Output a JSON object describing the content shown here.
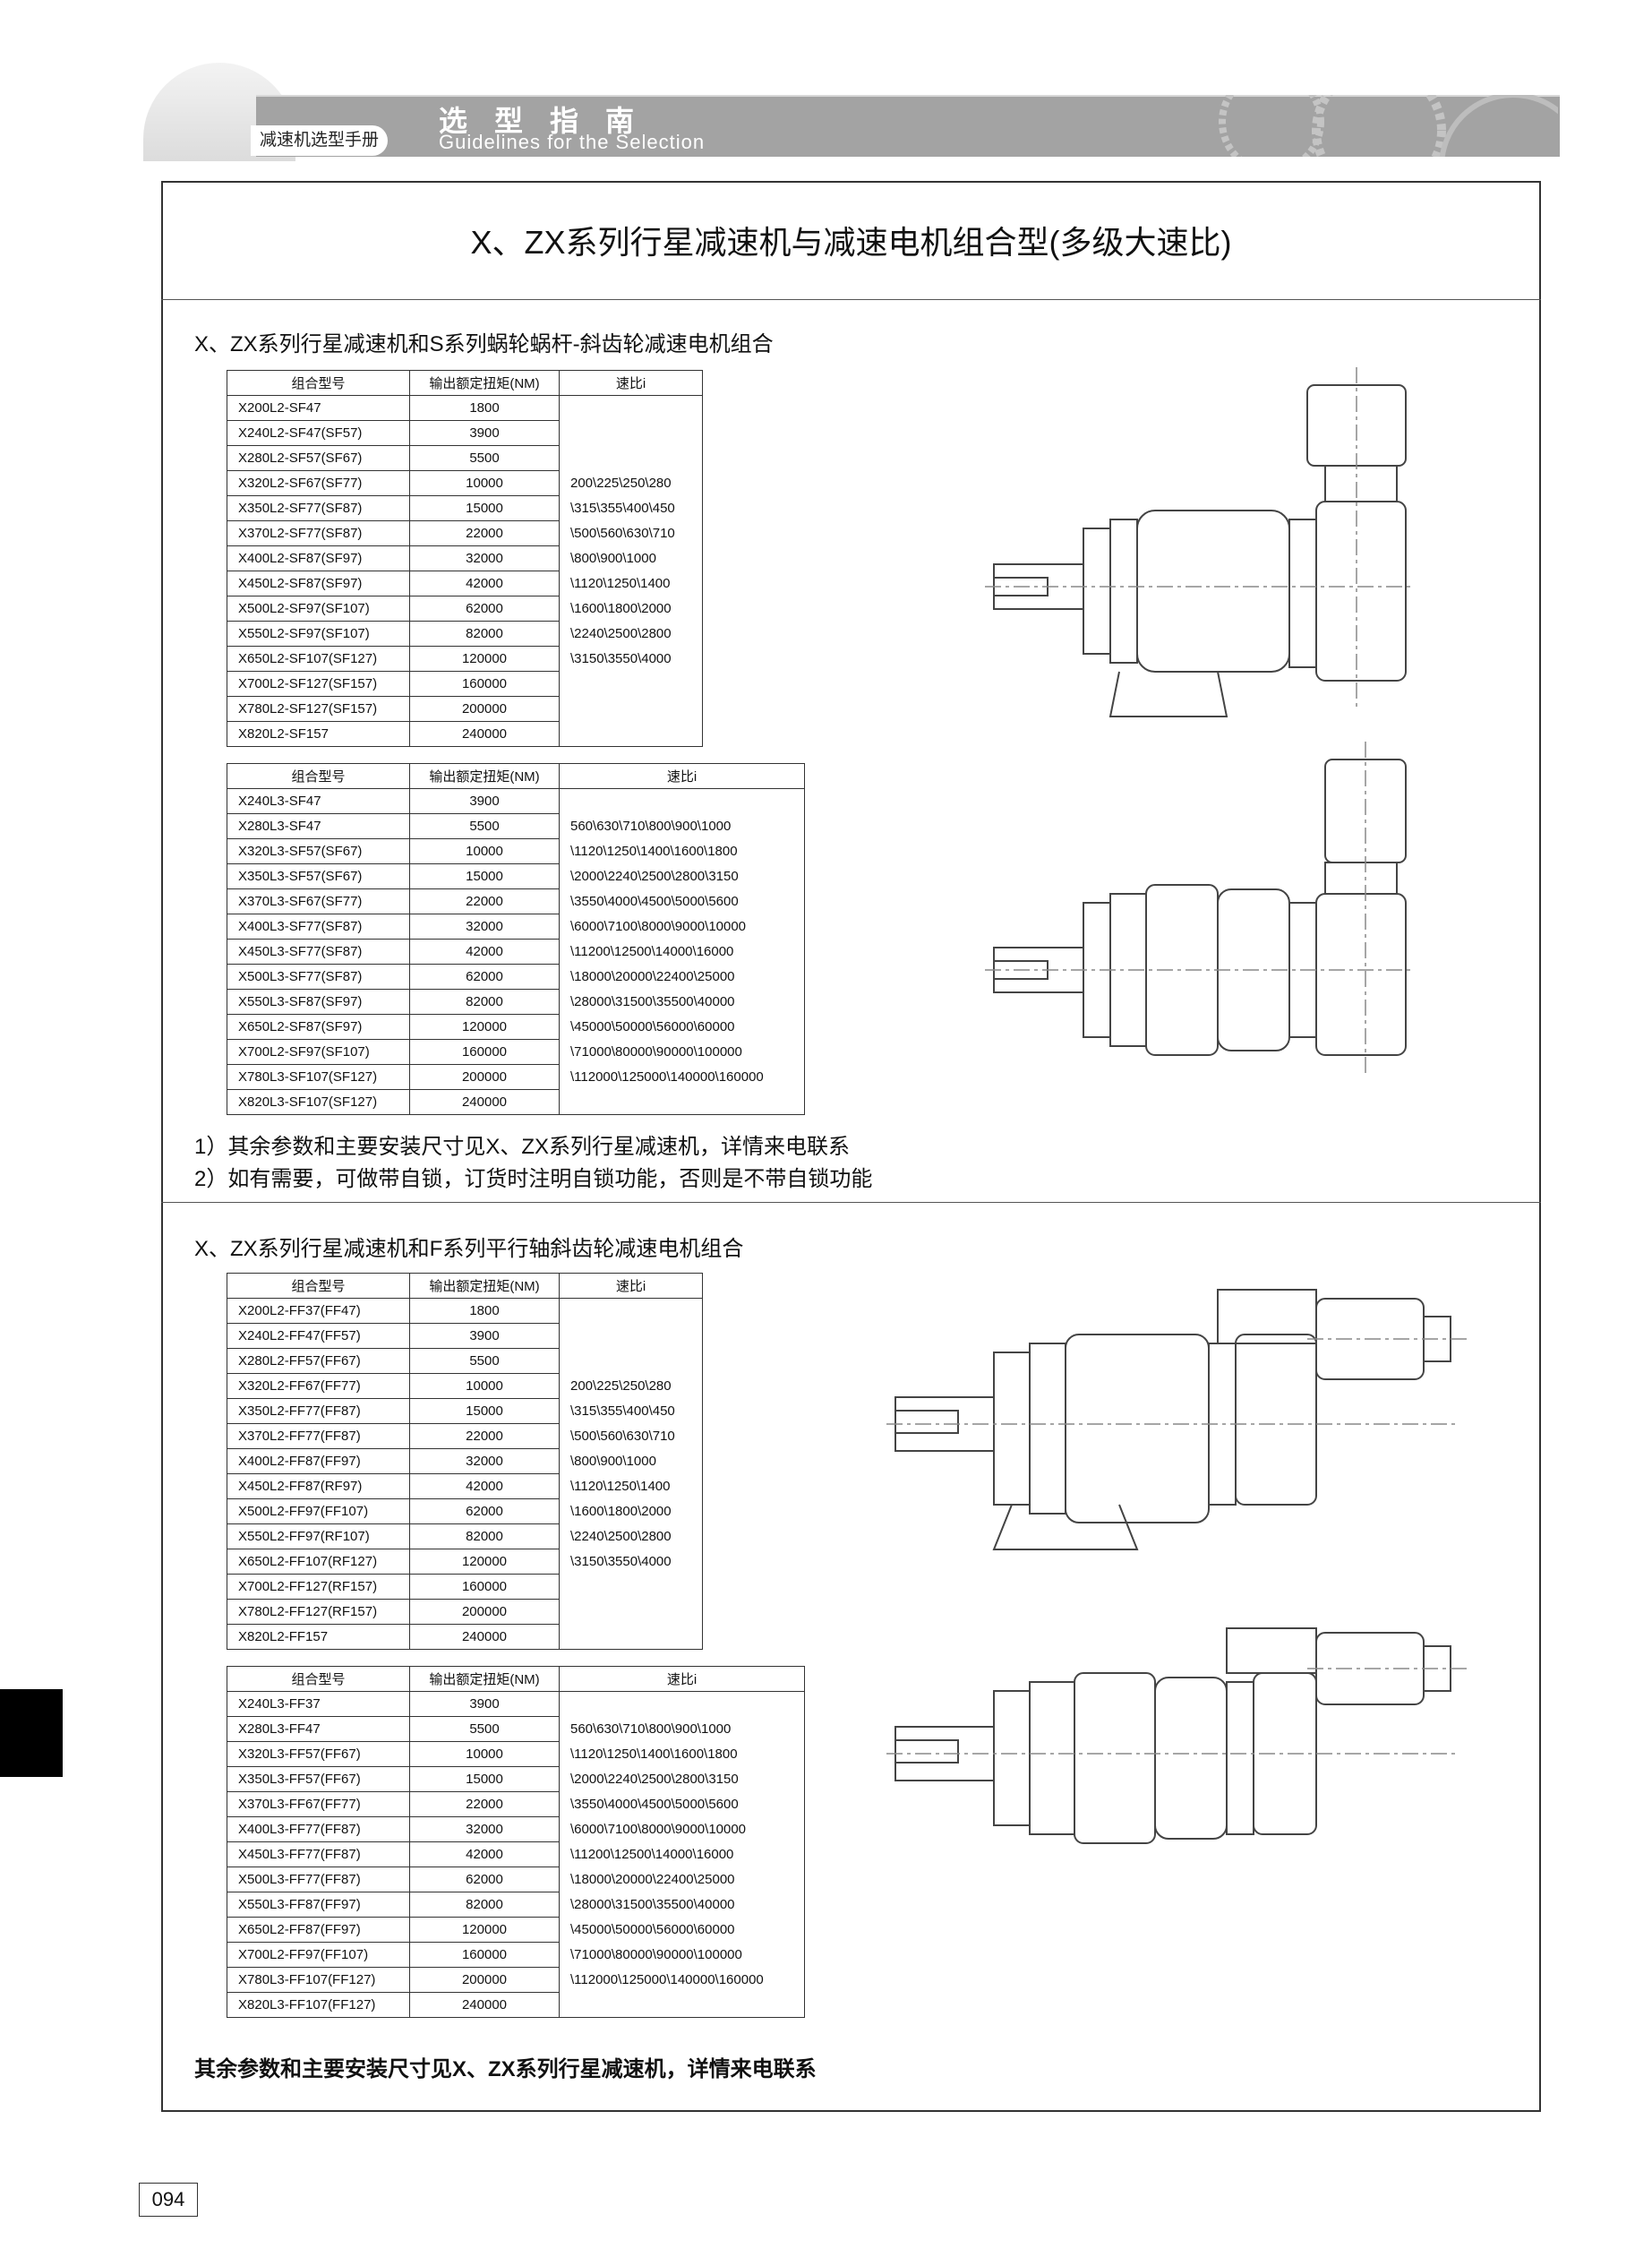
{
  "header": {
    "manual": "减速机选型手册",
    "title_cn": "选型指南",
    "title_en": "Guidelines for the Selection"
  },
  "page_title": "X、ZX系列行星减速机与减速电机组合型(多级大速比)",
  "columns": [
    "组合型号",
    "输出额定扭矩(NM)",
    "速比i"
  ],
  "section1": {
    "heading": "X、ZX系列行星减速机和S系列蜗轮蜗杆-斜齿轮减速电机组合",
    "table_l2": {
      "rows": [
        [
          "X200L2-SF47",
          "1800"
        ],
        [
          "X240L2-SF47(SF57)",
          "3900"
        ],
        [
          "X280L2-SF57(SF67)",
          "5500"
        ],
        [
          "X320L2-SF67(SF77)",
          "10000"
        ],
        [
          "X350L2-SF77(SF87)",
          "15000"
        ],
        [
          "X370L2-SF77(SF87)",
          "22000"
        ],
        [
          "X400L2-SF87(SF97)",
          "32000"
        ],
        [
          "X450L2-SF87(SF97)",
          "42000"
        ],
        [
          "X500L2-SF97(SF107)",
          "62000"
        ],
        [
          "X550L2-SF97(SF107)",
          "82000"
        ],
        [
          "X650L2-SF107(SF127)",
          "120000"
        ],
        [
          "X700L2-SF127(SF157)",
          "160000"
        ],
        [
          "X780L2-SF127(SF157)",
          "200000"
        ],
        [
          "X820L2-SF157",
          "240000"
        ]
      ],
      "ratios": [
        "200\\225\\250\\280",
        "\\315\\355\\400\\450",
        "\\500\\560\\630\\710",
        "\\800\\900\\1000",
        "\\1120\\1250\\1400",
        "\\1600\\1800\\2000",
        "\\2240\\2500\\2800",
        "\\3150\\3550\\4000"
      ]
    },
    "table_l3": {
      "rows": [
        [
          "X240L3-SF47",
          "3900"
        ],
        [
          "X280L3-SF47",
          "5500"
        ],
        [
          "X320L3-SF57(SF67)",
          "10000"
        ],
        [
          "X350L3-SF57(SF67)",
          "15000"
        ],
        [
          "X370L3-SF67(SF77)",
          "22000"
        ],
        [
          "X400L3-SF77(SF87)",
          "32000"
        ],
        [
          "X450L3-SF77(SF87)",
          "42000"
        ],
        [
          "X500L3-SF77(SF87)",
          "62000"
        ],
        [
          "X550L3-SF87(SF97)",
          "82000"
        ],
        [
          "X650L2-SF87(SF97)",
          "120000"
        ],
        [
          "X700L2-SF97(SF107)",
          "160000"
        ],
        [
          "X780L3-SF107(SF127)",
          "200000"
        ],
        [
          "X820L3-SF107(SF127)",
          "240000"
        ]
      ],
      "ratios": [
        "560\\630\\710\\800\\900\\1000",
        "\\1120\\1250\\1400\\1600\\1800",
        "\\2000\\2240\\2500\\2800\\3150",
        "\\3550\\4000\\4500\\5000\\5600",
        "\\6000\\7100\\8000\\9000\\10000",
        "\\11200\\12500\\14000\\16000",
        "\\18000\\20000\\22400\\25000",
        "\\28000\\31500\\35500\\40000",
        "\\45000\\50000\\56000\\60000",
        "\\71000\\80000\\90000\\100000",
        "\\112000\\125000\\140000\\160000"
      ]
    },
    "notes": [
      "1）其余参数和主要安装尺寸见X、ZX系列行星减速机，详情来电联系",
      "2）如有需要，可做带自锁，订货时注明自锁功能，否则是不带自锁功能"
    ]
  },
  "section2": {
    "heading": "X、ZX系列行星减速机和F系列平行轴斜齿轮减速电机组合",
    "table_l2": {
      "rows": [
        [
          "X200L2-FF37(FF47)",
          "1800"
        ],
        [
          "X240L2-FF47(FF57)",
          "3900"
        ],
        [
          "X280L2-FF57(FF67)",
          "5500"
        ],
        [
          "X320L2-FF67(FF77)",
          "10000"
        ],
        [
          "X350L2-FF77(FF87)",
          "15000"
        ],
        [
          "X370L2-FF77(FF87)",
          "22000"
        ],
        [
          "X400L2-FF87(FF97)",
          "32000"
        ],
        [
          "X450L2-FF87(RF97)",
          "42000"
        ],
        [
          "X500L2-FF97(FF107)",
          "62000"
        ],
        [
          "X550L2-FF97(RF107)",
          "82000"
        ],
        [
          "X650L2-FF107(RF127)",
          "120000"
        ],
        [
          "X700L2-FF127(RF157)",
          "160000"
        ],
        [
          "X780L2-FF127(RF157)",
          "200000"
        ],
        [
          "X820L2-FF157",
          "240000"
        ]
      ],
      "ratios": [
        "200\\225\\250\\280",
        "\\315\\355\\400\\450",
        "\\500\\560\\630\\710",
        "\\800\\900\\1000",
        "\\1120\\1250\\1400",
        "\\1600\\1800\\2000",
        "\\2240\\2500\\2800",
        "\\3150\\3550\\4000"
      ]
    },
    "table_l3": {
      "rows": [
        [
          "X240L3-FF37",
          "3900"
        ],
        [
          "X280L3-FF47",
          "5500"
        ],
        [
          "X320L3-FF57(FF67)",
          "10000"
        ],
        [
          "X350L3-FF57(FF67)",
          "15000"
        ],
        [
          "X370L3-FF67(FF77)",
          "22000"
        ],
        [
          "X400L3-FF77(FF87)",
          "32000"
        ],
        [
          "X450L3-FF77(FF87)",
          "42000"
        ],
        [
          "X500L3-FF77(FF87)",
          "62000"
        ],
        [
          "X550L3-FF87(FF97)",
          "82000"
        ],
        [
          "X650L2-FF87(FF97)",
          "120000"
        ],
        [
          "X700L2-FF97(FF107)",
          "160000"
        ],
        [
          "X780L3-FF107(FF127)",
          "200000"
        ],
        [
          "X820L3-FF107(FF127)",
          "240000"
        ]
      ],
      "ratios": [
        "560\\630\\710\\800\\900\\1000",
        "\\1120\\1250\\1400\\1600\\1800",
        "\\2000\\2240\\2500\\2800\\3150",
        "\\3550\\4000\\4500\\5000\\5600",
        "\\6000\\7100\\8000\\9000\\10000",
        "\\11200\\12500\\14000\\16000",
        "\\18000\\20000\\22400\\25000",
        "\\28000\\31500\\35500\\40000",
        "\\45000\\50000\\56000\\60000",
        "\\71000\\80000\\90000\\100000",
        "\\112000\\125000\\140000\\160000"
      ]
    },
    "note": "其余参数和主要安装尺寸见X、ZX系列行星减速机，详情来电联系"
  },
  "page_number": "094"
}
